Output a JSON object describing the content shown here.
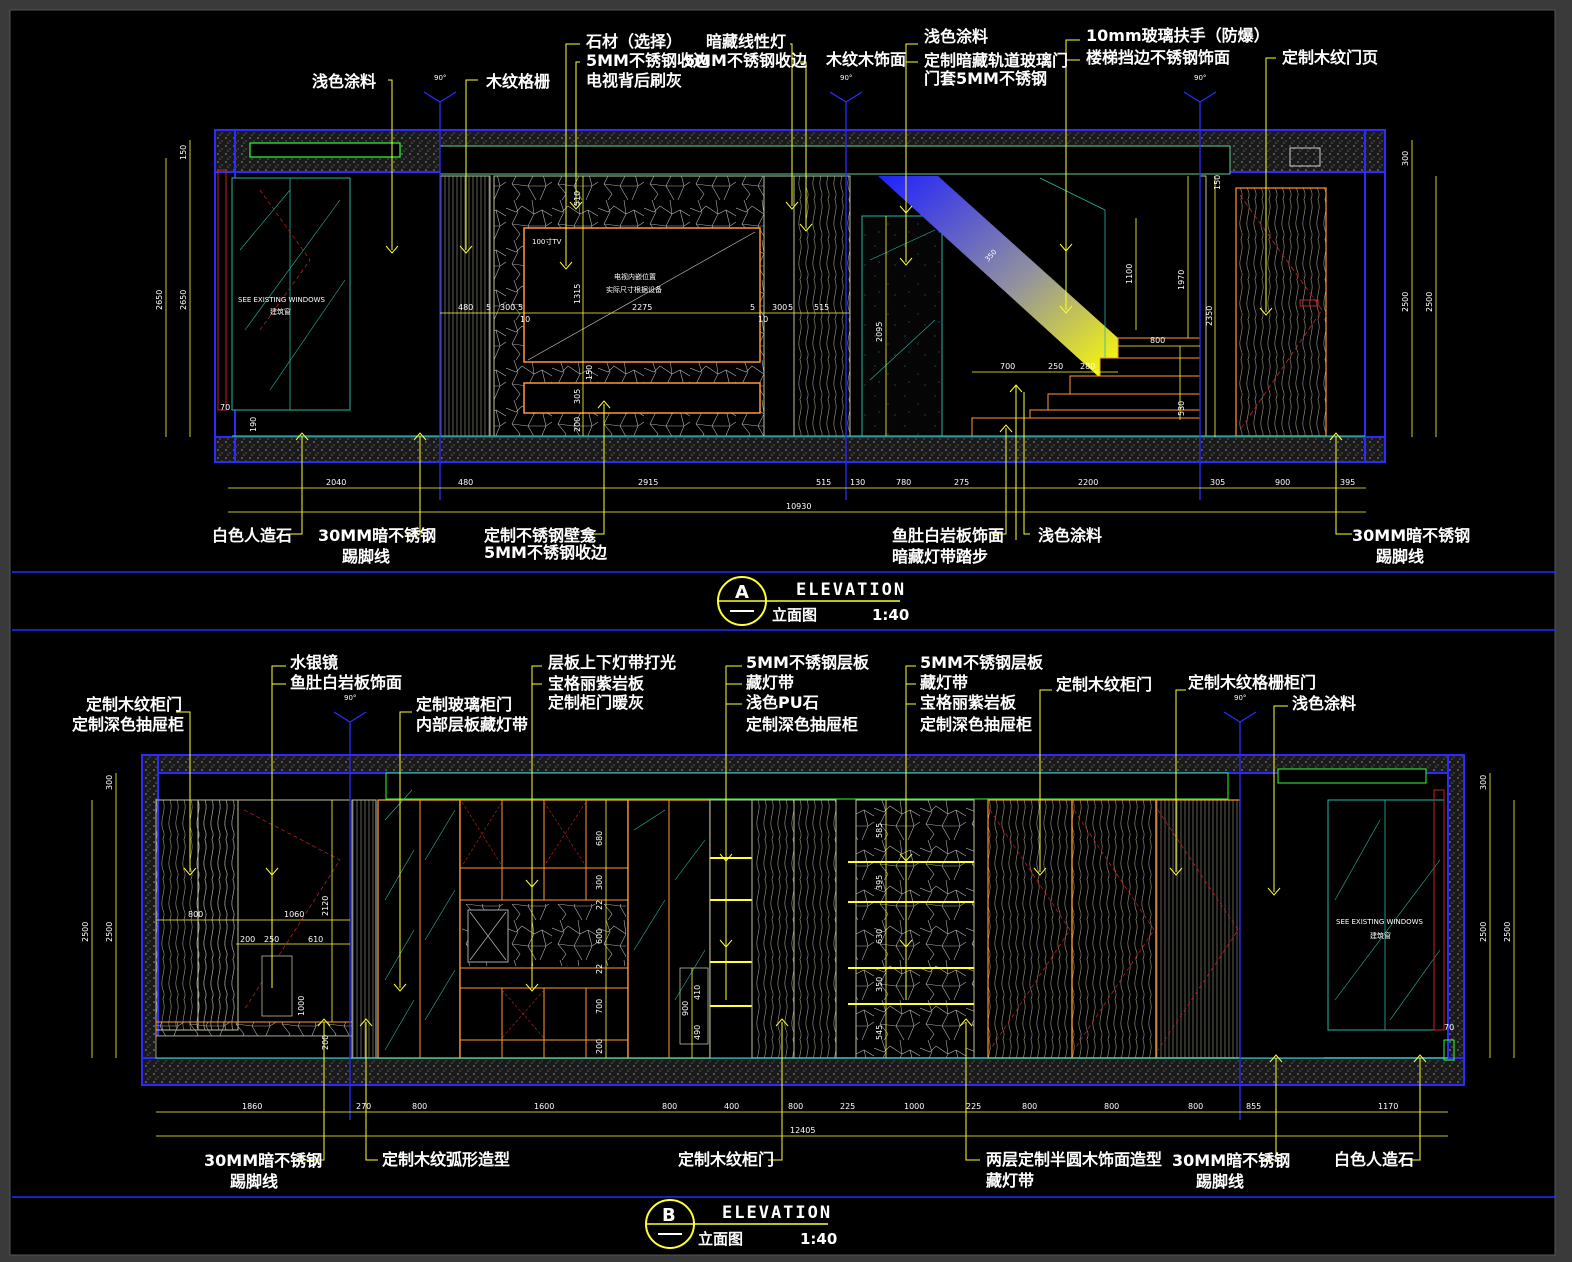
{
  "colors": {
    "background": "#000000",
    "frame": "#0a0a0a",
    "wall_outline": "#2b2bff",
    "leader": "#ffff33",
    "dimension": "#ffff33",
    "wood": "#bfbf9a",
    "cabinet_edge": "#ff9933",
    "hatch_red": "#cc2222",
    "glass_cyan": "#2ab5a5",
    "led_green": "#33ff33",
    "ceiling_fill": "#8a8a8a"
  },
  "elevation_a": {
    "title_en": "ELEVATION",
    "title_cn": "立面图",
    "scale": "1:40",
    "tag": "A",
    "top_labels": [
      "浅色涂料",
      "木纹格栅",
      "石材（选择）",
      "5MM不锈钢收边",
      "电视背后刷灰",
      "暗藏线性灯",
      "5MM不锈钢收边",
      "木纹木饰面",
      "浅色涂料",
      "定制暗藏轨道玻璃门",
      "门套5MM不锈钢",
      "10mm玻璃扶手（防爆）",
      "楼梯挡边不锈钢饰面",
      "定制木纹门页"
    ],
    "bottom_labels": [
      "白色人造石",
      "30MM暗不锈钢",
      "踢脚线",
      "定制不锈钢壁龛",
      "5MM不锈钢收边",
      "鱼肚白岩板饰面",
      "暗藏灯带踏步",
      "浅色涂料",
      "30MM暗不锈钢",
      "踢脚线"
    ],
    "inner_texts": {
      "window_note": "SEE EXISTING WINDOWS",
      "window_cn": "建筑窗",
      "tv_tag": "100寸TV",
      "tv_note_1": "电视内嵌位置",
      "tv_note_2": "实际尺寸根据设备",
      "angle": "90°",
      "stair_glass": "350"
    },
    "dims_bottom": [
      "2040",
      "480",
      "2915",
      "515",
      "130",
      "780",
      "275",
      "2200",
      "305",
      "900",
      "395"
    ],
    "dim_total": "10930",
    "dims_tv_row": [
      "480",
      "5",
      "300",
      "5",
      "2275",
      "5",
      "300",
      "5",
      "515"
    ],
    "dims_left_v": [
      "150",
      "2650",
      "2650",
      "70",
      "190"
    ],
    "dims_right_v": [
      "300",
      "2500",
      "2500",
      "150",
      "1970",
      "2350",
      "1100"
    ],
    "dims_tv_v": [
      "510",
      "1315",
      "150",
      "305",
      "200"
    ],
    "dims_other": [
      "10",
      "10",
      "2095",
      "800",
      "700",
      "250",
      "280",
      "530"
    ]
  },
  "elevation_b": {
    "title_en": "ELEVATION",
    "title_cn": "立面图",
    "scale": "1:40",
    "tag": "B",
    "top_labels": [
      "定制木纹柜门",
      "定制深色抽屉柜",
      "水银镜",
      "鱼肚白岩板饰面",
      "定制玻璃柜门",
      "内部层板藏灯带",
      "层板上下灯带打光",
      "宝格丽紫岩板",
      "定制柜门暖灰",
      "5MM不锈钢层板",
      "藏灯带",
      "浅色PU石",
      "定制深色抽屉柜",
      "5MM不锈钢层板",
      "藏灯带",
      "宝格丽紫岩板",
      "定制深色抽屉柜",
      "定制木纹柜门",
      "定制木纹格栅柜门",
      "浅色涂料"
    ],
    "bottom_labels": [
      "30MM暗不锈钢",
      "踢脚线",
      "定制木纹弧形造型",
      "定制木纹柜门",
      "两层定制半圆木饰面造型",
      "藏灯带",
      "30MM暗不锈钢",
      "踢脚线",
      "白色人造石"
    ],
    "inner_texts": {
      "window_note": "SEE EXISTING WINDOWS",
      "window_cn": "建筑窗",
      "angle": "90°"
    },
    "dims_bottom": [
      "1860",
      "270",
      "800",
      "1600",
      "800",
      "400",
      "800",
      "225",
      "1000",
      "225",
      "800",
      "800",
      "800",
      "855",
      "1170"
    ],
    "dim_total": "12405",
    "dims_left_v": [
      "300",
      "2500",
      "2500"
    ],
    "dims_right_v": [
      "300",
      "2500",
      "2500",
      "70"
    ],
    "dims_inner": [
      "800",
      "1060",
      "200",
      "250",
      "610",
      "2120",
      "1000",
      "200",
      "680",
      "300",
      "22",
      "600",
      "22",
      "700",
      "200",
      "900",
      "410",
      "490",
      "585",
      "395",
      "630",
      "350",
      "545"
    ]
  }
}
